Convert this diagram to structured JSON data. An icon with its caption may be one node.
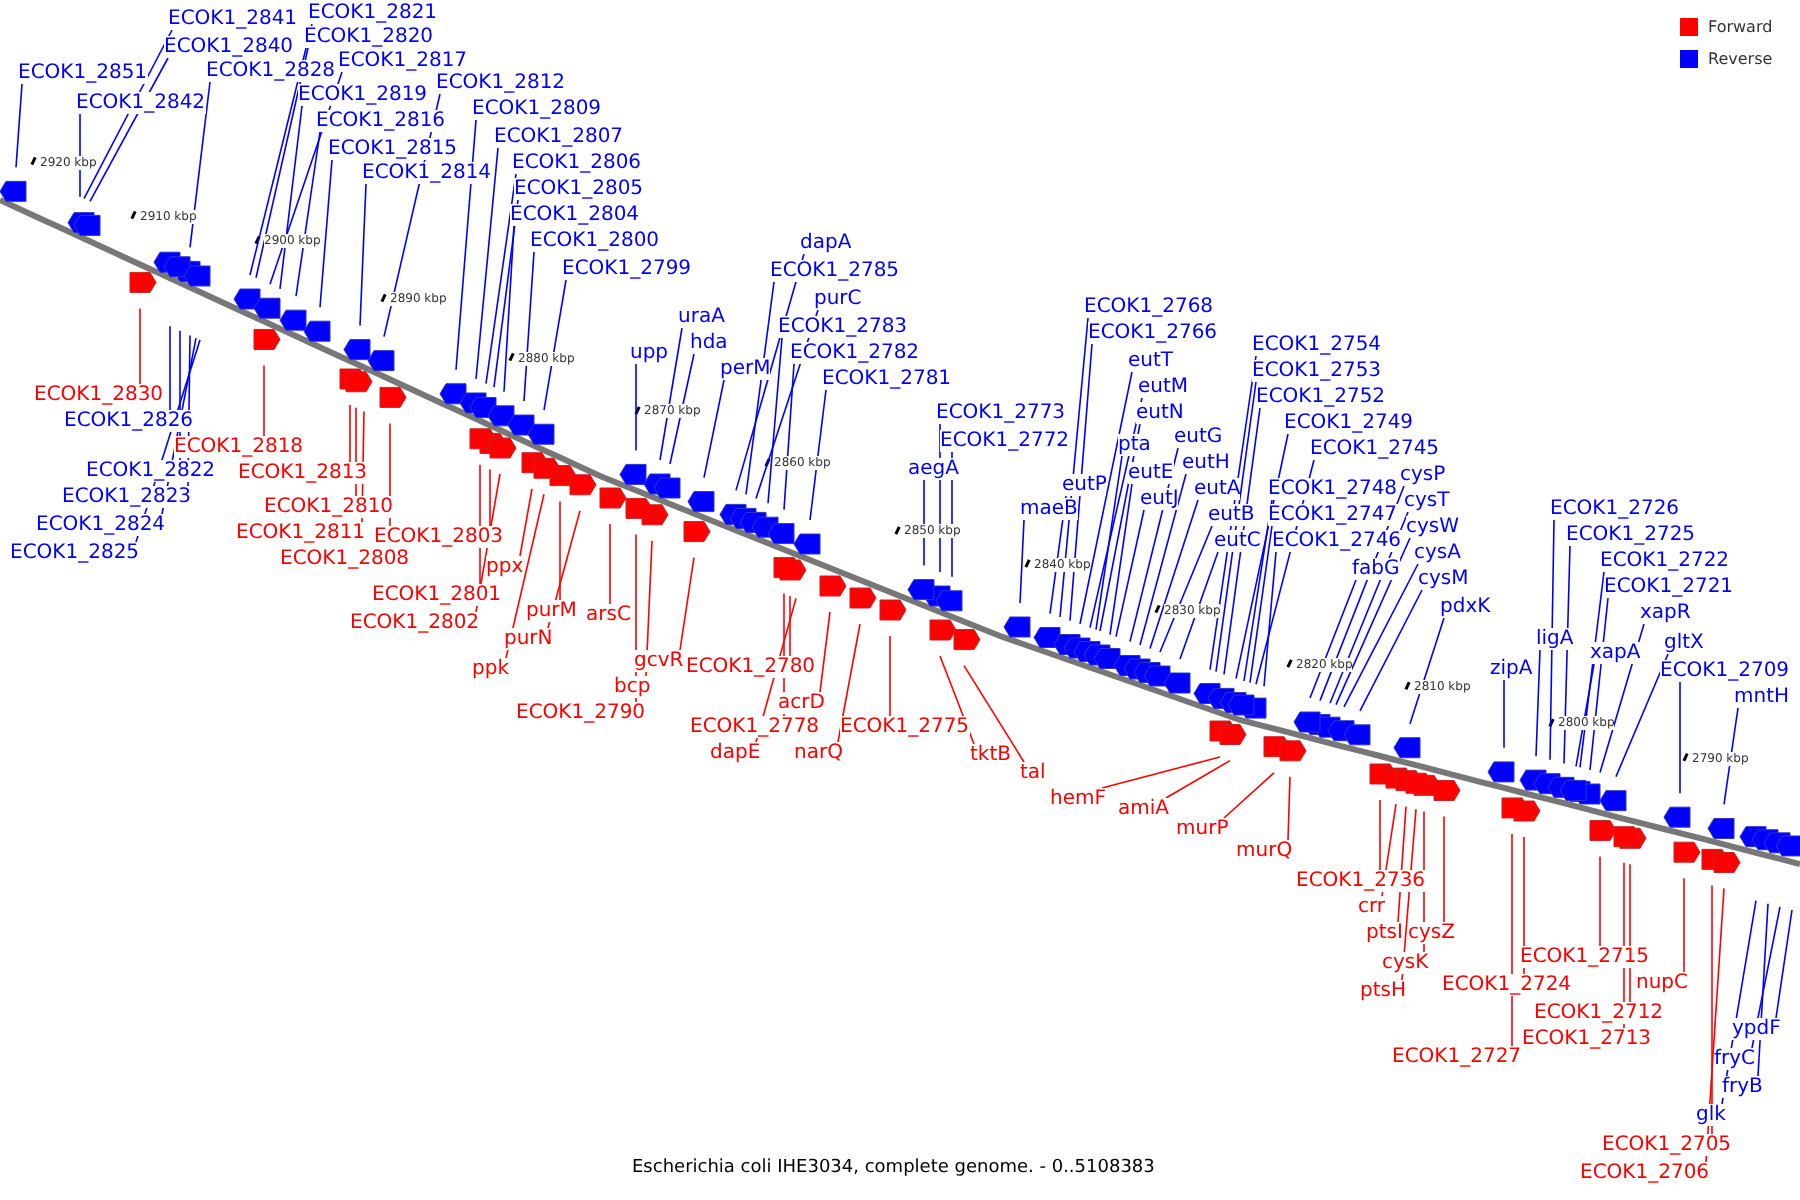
{
  "diagram": {
    "caption": "Escherichia coli IHE3034, complete genome. - 0..5108383",
    "nodes": [
      {
        "text": [
          "ECOK1_2851"
        ]
      },
      {
        "text": [
          "ECOK1_2841"
        ]
      },
      {
        "text": [
          "ECOK1_2840"
        ]
      },
      {
        "text": [
          "ECOK1_2842"
        ]
      },
      {
        "text": [
          "ECOK1_2828"
        ]
      },
      {
        "text": [
          "ECOK1_2821"
        ]
      },
      {
        "text": [
          "ECOK1_2820"
        ]
      },
      {
        "text": [
          "ECOK1_2817"
        ]
      },
      {
        "text": [
          "ECOK1_2819"
        ]
      },
      {
        "text": [
          "ECOK1_2816"
        ]
      },
      {
        "text": [
          "ECOK1_2815"
        ]
      },
      {
        "text": [
          "ECOK1_2814"
        ]
      },
      {
        "text": [
          "ECOK1_2812"
        ]
      },
      {
        "text": [
          "ECOK1_2809"
        ]
      },
      {
        "text": [
          "ECOK1_2807"
        ]
      },
      {
        "text": [
          "ECOK1_2806"
        ]
      },
      {
        "text": [
          "ECOK1_2805"
        ]
      },
      {
        "text": [
          "ECOK1_2804"
        ]
      },
      {
        "text": [
          "ECOK1_2800"
        ]
      },
      {
        "text": [
          "ECOK1_2799"
        ]
      },
      {
        "text": [
          "upp"
        ]
      },
      {
        "text": [
          "uraA"
        ]
      },
      {
        "text": [
          "hda"
        ]
      },
      {
        "text": [
          "perM"
        ]
      },
      {
        "text": [
          "dapA"
        ]
      },
      {
        "text": [
          "ECOK1_2785"
        ]
      },
      {
        "text": [
          "purC"
        ]
      },
      {
        "text": [
          "ECOK1_2783"
        ]
      },
      {
        "text": [
          "ECOK1_2782"
        ]
      },
      {
        "text": [
          "ECOK1_2781"
        ]
      },
      {
        "text": [
          "ECOK1_2773"
        ]
      },
      {
        "text": [
          "ECOK1_2772"
        ]
      },
      {
        "text": [
          "aegA"
        ]
      },
      {
        "text": [
          "maeB"
        ]
      },
      {
        "text": [
          "eutP"
        ]
      },
      {
        "text": [
          "ECOK1_2768"
        ]
      },
      {
        "text": [
          "ECOK1_2766"
        ]
      },
      {
        "text": [
          "eutT"
        ]
      },
      {
        "text": [
          "eutM"
        ]
      },
      {
        "text": [
          "eutN"
        ]
      },
      {
        "text": [
          "pta"
        ]
      },
      {
        "text": [
          "eutE"
        ]
      },
      {
        "text": [
          "eutJ"
        ]
      },
      {
        "text": [
          "eutG"
        ]
      },
      {
        "text": [
          "eutH"
        ]
      },
      {
        "text": [
          "eutA"
        ]
      },
      {
        "text": [
          "eutB"
        ]
      },
      {
        "text": [
          "eutC"
        ]
      },
      {
        "text": [
          "ECOK1_2754"
        ]
      },
      {
        "text": [
          "ECOK1_2753"
        ]
      },
      {
        "text": [
          "ECOK1_2752"
        ]
      },
      {
        "text": [
          "ECOK1_2749"
        ]
      },
      {
        "text": [
          "ECOK1_2745"
        ]
      },
      {
        "text": [
          "ECOK1_2748"
        ]
      },
      {
        "text": [
          "ECOK1_2747"
        ]
      },
      {
        "text": [
          "ECOK1_2746"
        ]
      },
      {
        "text": [
          "cysP"
        ]
      },
      {
        "text": [
          "cysT"
        ]
      },
      {
        "text": [
          "cysW"
        ]
      },
      {
        "text": [
          "fabG"
        ]
      },
      {
        "text": [
          "cysA"
        ]
      },
      {
        "text": [
          "cysM"
        ]
      },
      {
        "text": [
          "pdxK"
        ]
      },
      {
        "text": [
          "zipA"
        ]
      },
      {
        "text": [
          "ligA"
        ]
      },
      {
        "text": [
          "ECOK1_2726"
        ]
      },
      {
        "text": [
          "ECOK1_2725"
        ]
      },
      {
        "text": [
          "ECOK1_2722"
        ]
      },
      {
        "text": [
          "ECOK1_2721"
        ]
      },
      {
        "text": [
          "xapA"
        ]
      },
      {
        "text": [
          "xapR"
        ]
      },
      {
        "text": [
          "gltX"
        ]
      },
      {
        "text": [
          "ECOK1_2709"
        ]
      },
      {
        "text": [
          "mntH"
        ]
      },
      {
        "text": [
          "ECOK1_2826"
        ]
      },
      {
        "text": [
          "ECOK1_2822"
        ]
      },
      {
        "text": [
          "ECOK1_2823"
        ]
      },
      {
        "text": [
          "ECOK1_2824"
        ]
      },
      {
        "text": [
          "ECOK1_2825"
        ]
      },
      {
        "text": [
          "glk"
        ]
      },
      {
        "text": [
          "fryB"
        ]
      },
      {
        "text": [
          "fryC"
        ]
      },
      {
        "text": [
          "ypdF"
        ]
      },
      {
        "text": [
          "ECOK1_2830"
        ]
      },
      {
        "text": [
          "ECOK1_2818"
        ]
      },
      {
        "text": [
          "ECOK1_2813"
        ]
      },
      {
        "text": [
          "ECOK1_2810"
        ]
      },
      {
        "text": [
          "ECOK1_2811"
        ]
      },
      {
        "text": [
          "ECOK1_2808"
        ]
      },
      {
        "text": [
          "ECOK1_2803"
        ]
      },
      {
        "text": [
          "ECOK1_2801"
        ]
      },
      {
        "text": [
          "ECOK1_2802"
        ]
      },
      {
        "text": [
          "ppx"
        ]
      },
      {
        "text": [
          "purM"
        ]
      },
      {
        "text": [
          "purN"
        ]
      },
      {
        "text": [
          "ppk"
        ]
      },
      {
        "text": [
          "arsC"
        ]
      },
      {
        "text": [
          "gcvR"
        ]
      },
      {
        "text": [
          "bcp"
        ]
      },
      {
        "text": [
          "ECOK1_2790"
        ]
      },
      {
        "text": [
          "ECOK1_2780"
        ]
      },
      {
        "text": [
          "acrD"
        ]
      },
      {
        "text": [
          "ECOK1_2778"
        ]
      },
      {
        "text": [
          "dapE"
        ]
      },
      {
        "text": [
          "narQ"
        ]
      },
      {
        "text": [
          "ECOK1_2775"
        ]
      },
      {
        "text": [
          "tktB"
        ]
      },
      {
        "text": [
          "tal"
        ]
      },
      {
        "text": [
          "hemF"
        ]
      },
      {
        "text": [
          "amiA"
        ]
      },
      {
        "text": [
          "murP"
        ]
      },
      {
        "text": [
          "murQ"
        ]
      },
      {
        "text": [
          "ECOK1_2736"
        ]
      },
      {
        "text": [
          "crr"
        ]
      },
      {
        "text": [
          "ptsI"
        ]
      },
      {
        "text": [
          "cysZ"
        ]
      },
      {
        "text": [
          "cysK"
        ]
      },
      {
        "text": [
          "ptsH"
        ]
      },
      {
        "text": [
          "ECOK1_2724"
        ]
      },
      {
        "text": [
          "ECOK1_2715"
        ]
      },
      {
        "text": [
          "ECOK1_2712"
        ]
      },
      {
        "text": [
          "ECOK1_2713"
        ]
      },
      {
        "text": [
          "nupC"
        ]
      },
      {
        "text": [
          "ECOK1_2727"
        ]
      },
      {
        "text": [
          "ECOK1_2705"
        ]
      },
      {
        "text": [
          "ECOK1_2706"
        ]
      }
    ],
    "edges": [
      {
        "from": 0,
        "to": null,
        "arrow": "none"
      },
      {
        "from": 1,
        "to": null,
        "arrow": "none"
      },
      {
        "from": 2,
        "to": null,
        "arrow": "none"
      },
      {
        "from": 3,
        "to": null,
        "arrow": "none"
      },
      {
        "from": 4,
        "to": null,
        "arrow": "none"
      },
      {
        "from": 5,
        "to": null,
        "arrow": "none"
      },
      {
        "from": 6,
        "to": null,
        "arrow": "none"
      },
      {
        "from": 7,
        "to": null,
        "arrow": "none"
      },
      {
        "from": 8,
        "to": null,
        "arrow": "none"
      },
      {
        "from": 9,
        "to": null,
        "arrow": "none"
      },
      {
        "from": 10,
        "to": null,
        "arrow": "none"
      },
      {
        "from": 11,
        "to": null,
        "arrow": "none"
      },
      {
        "from": 12,
        "to": null,
        "arrow": "none"
      },
      {
        "from": 13,
        "to": null,
        "arrow": "none"
      },
      {
        "from": 14,
        "to": null,
        "arrow": "none"
      },
      {
        "from": 15,
        "to": null,
        "arrow": "none"
      },
      {
        "from": 16,
        "to": null,
        "arrow": "none"
      },
      {
        "from": 17,
        "to": null,
        "arrow": "none"
      },
      {
        "from": 18,
        "to": null,
        "arrow": "none"
      },
      {
        "from": 19,
        "to": null,
        "arrow": "none"
      },
      {
        "from": 20,
        "to": null,
        "arrow": "none"
      },
      {
        "from": 21,
        "to": null,
        "arrow": "none"
      },
      {
        "from": 22,
        "to": null,
        "arrow": "none"
      },
      {
        "from": 23,
        "to": null,
        "arrow": "none"
      },
      {
        "from": 24,
        "to": null,
        "arrow": "none"
      },
      {
        "from": 25,
        "to": null,
        "arrow": "none"
      },
      {
        "from": 26,
        "to": null,
        "arrow": "none"
      },
      {
        "from": 27,
        "to": null,
        "arrow": "none"
      },
      {
        "from": 28,
        "to": null,
        "arrow": "none"
      },
      {
        "from": 29,
        "to": null,
        "arrow": "none"
      },
      {
        "from": 30,
        "to": null,
        "arrow": "none"
      },
      {
        "from": 31,
        "to": null,
        "arrow": "none"
      },
      {
        "from": 32,
        "to": null,
        "arrow": "none"
      },
      {
        "from": 33,
        "to": null,
        "arrow": "none"
      },
      {
        "from": 34,
        "to": null,
        "arrow": "none"
      },
      {
        "from": 35,
        "to": null,
        "arrow": "none"
      },
      {
        "from": 36,
        "to": null,
        "arrow": "none"
      },
      {
        "from": 37,
        "to": null,
        "arrow": "none"
      },
      {
        "from": 38,
        "to": null,
        "arrow": "none"
      },
      {
        "from": 39,
        "to": null,
        "arrow": "none"
      },
      {
        "from": 40,
        "to": null,
        "arrow": "none"
      },
      {
        "from": 41,
        "to": null,
        "arrow": "none"
      },
      {
        "from": 42,
        "to": null,
        "arrow": "none"
      },
      {
        "from": 43,
        "to": null,
        "arrow": "none"
      },
      {
        "from": 44,
        "to": null,
        "arrow": "none"
      },
      {
        "from": 45,
        "to": null,
        "arrow": "none"
      },
      {
        "from": 46,
        "to": null,
        "arrow": "none"
      },
      {
        "from": 47,
        "to": null,
        "arrow": "none"
      },
      {
        "from": 48,
        "to": null,
        "arrow": "none"
      },
      {
        "from": 49,
        "to": null,
        "arrow": "none"
      },
      {
        "from": 50,
        "to": null,
        "arrow": "none"
      },
      {
        "from": 51,
        "to": null,
        "arrow": "none"
      },
      {
        "from": 52,
        "to": null,
        "arrow": "none"
      },
      {
        "from": 53,
        "to": null,
        "arrow": "none"
      },
      {
        "from": 54,
        "to": null,
        "arrow": "none"
      },
      {
        "from": 55,
        "to": null,
        "arrow": "none"
      },
      {
        "from": 56,
        "to": null,
        "arrow": "none"
      },
      {
        "from": 57,
        "to": null,
        "arrow": "none"
      },
      {
        "from": 58,
        "to": null,
        "arrow": "none"
      },
      {
        "from": 59,
        "to": null,
        "arrow": "none"
      },
      {
        "from": 60,
        "to": null,
        "arrow": "none"
      },
      {
        "from": 61,
        "to": null,
        "arrow": "none"
      },
      {
        "from": 62,
        "to": null,
        "arrow": "none"
      },
      {
        "from": 63,
        "to": null,
        "arrow": "none"
      },
      {
        "from": 64,
        "to": null,
        "arrow": "none"
      },
      {
        "from": 65,
        "to": null,
        "arrow": "none"
      },
      {
        "from": 66,
        "to": null,
        "arrow": "none"
      },
      {
        "from": 67,
        "to": null,
        "arrow": "none"
      },
      {
        "from": 68,
        "to": null,
        "arrow": "none"
      },
      {
        "from": 69,
        "to": null,
        "arrow": "none"
      },
      {
        "from": 70,
        "to": null,
        "arrow": "none"
      },
      {
        "from": 71,
        "to": null,
        "arrow": "none"
      },
      {
        "from": 72,
        "to": null,
        "arrow": "none"
      },
      {
        "from": 73,
        "to": null,
        "arrow": "none"
      },
      {
        "from": 74,
        "to": null,
        "arrow": "none"
      },
      {
        "from": 75,
        "to": null,
        "arrow": "none"
      },
      {
        "from": 76,
        "to": null,
        "arrow": "none"
      },
      {
        "from": 77,
        "to": null,
        "arrow": "none"
      },
      {
        "from": 78,
        "to": null,
        "arrow": "none"
      },
      {
        "from": 79,
        "to": null,
        "arrow": "none"
      },
      {
        "from": 80,
        "to": null,
        "arrow": "none"
      },
      {
        "from": 81,
        "to": null,
        "arrow": "none"
      },
      {
        "from": 82,
        "to": null,
        "arrow": "none"
      },
      {
        "from": 83,
        "to": null,
        "arrow": "none",
        "color": "#ff0000"
      },
      {
        "from": 84,
        "to": null,
        "arrow": "none",
        "color": "#ff0000"
      },
      {
        "from": 85,
        "to": null,
        "arrow": "none",
        "color": "#ff0000"
      },
      {
        "from": 86,
        "to": null,
        "arrow": "none",
        "color": "#ff0000"
      },
      {
        "from": 87,
        "to": null,
        "arrow": "none",
        "color": "#ff0000"
      },
      {
        "from": 88,
        "to": null,
        "arrow": "none",
        "color": "#ff0000"
      },
      {
        "from": 89,
        "to": null,
        "arrow": "none",
        "color": "#ff0000"
      },
      {
        "from": 90,
        "to": null,
        "arrow": "none",
        "color": "#ff0000"
      },
      {
        "from": 91,
        "to": null,
        "arrow": "none",
        "color": "#ff0000"
      },
      {
        "from": 92,
        "to": null,
        "arrow": "none",
        "color": "#ff0000"
      },
      {
        "from": 93,
        "to": null,
        "arrow": "none",
        "color": "#ff0000"
      },
      {
        "from": 94,
        "to": null,
        "arrow": "none",
        "color": "#ff0000"
      },
      {
        "from": 95,
        "to": null,
        "arrow": "none",
        "color": "#ff0000"
      },
      {
        "from": 96,
        "to": null,
        "arrow": "none",
        "color": "#ff0000"
      },
      {
        "from": 97,
        "to": null,
        "arrow": "none",
        "color": "#ff0000"
      },
      {
        "from": 98,
        "to": null,
        "arrow": "none",
        "color": "#ff0000"
      },
      {
        "from": 99,
        "to": null,
        "arrow": "none",
        "color": "#ff0000"
      },
      {
        "from": 100,
        "to": null,
        "arrow": "none",
        "color": "#ff0000"
      },
      {
        "from": 101,
        "to": null,
        "arrow": "none",
        "color": "#ff0000"
      },
      {
        "from": 102,
        "to": null,
        "arrow": "none",
        "color": "#ff0000"
      },
      {
        "from": 103,
        "to": null,
        "arrow": "none",
        "color": "#ff0000"
      },
      {
        "from": 104,
        "to": null,
        "arrow": "none",
        "color": "#ff0000"
      },
      {
        "from": 105,
        "to": null,
        "arrow": "none",
        "color": "#ff0000"
      },
      {
        "from": 106,
        "to": null,
        "arrow": "none",
        "color": "#ff0000"
      },
      {
        "from": 107,
        "to": null,
        "arrow": "none",
        "color": "#ff0000"
      },
      {
        "from": 108,
        "to": null,
        "arrow": "none",
        "color": "#ff0000"
      },
      {
        "from": 109,
        "to": null,
        "arrow": "none",
        "color": "#ff0000"
      },
      {
        "from": 110,
        "to": null,
        "arrow": "none",
        "color": "#ff0000"
      },
      {
        "from": 111,
        "to": null,
        "arrow": "none",
        "color": "#ff0000"
      },
      {
        "from": 112,
        "to": null,
        "arrow": "none",
        "color": "#ff0000"
      },
      {
        "from": 113,
        "to": null,
        "arrow": "none",
        "color": "#ff0000"
      },
      {
        "from": 114,
        "to": null,
        "arrow": "none",
        "color": "#ff0000"
      },
      {
        "from": 115,
        "to": null,
        "arrow": "none",
        "color": "#ff0000"
      },
      {
        "from": 116,
        "to": null,
        "arrow": "none",
        "color": "#ff0000"
      },
      {
        "from": 117,
        "to": null,
        "arrow": "none",
        "color": "#ff0000"
      },
      {
        "from": 118,
        "to": null,
        "arrow": "none",
        "color": "#ff0000"
      },
      {
        "from": 119,
        "to": null,
        "arrow": "none",
        "color": "#ff0000"
      },
      {
        "from": 120,
        "to": null,
        "arrow": "none",
        "color": "#ff0000"
      },
      {
        "from": 121,
        "to": null,
        "arrow": "none",
        "color": "#ff0000"
      },
      {
        "from": 122,
        "to": null,
        "arrow": "none",
        "color": "#ff0000"
      },
      {
        "from": 123,
        "to": null,
        "arrow": "none",
        "color": "#ff0000"
      },
      {
        "from": 124,
        "to": null,
        "arrow": "none",
        "color": "#ff0000"
      },
      {
        "from": 125,
        "to": null,
        "arrow": "none",
        "color": "#ff0000"
      }
    ],
    "labels": [
      "2920 kbp",
      "2910 kbp",
      "2900 kbp",
      "2890 kbp",
      "2880 kbp",
      "2870 kbp",
      "2860 kbp",
      "2850 kbp",
      "2840 kbp",
      "2830 kbp",
      "2820 kbp",
      "2810 kbp",
      "2800 kbp",
      "2790 kbp"
    ],
    "legend": [
      {
        "text": "Forward",
        "color": "#ff0000"
      },
      {
        "text": "Reverse",
        "color": "#0000ff"
      }
    ]
  }
}
